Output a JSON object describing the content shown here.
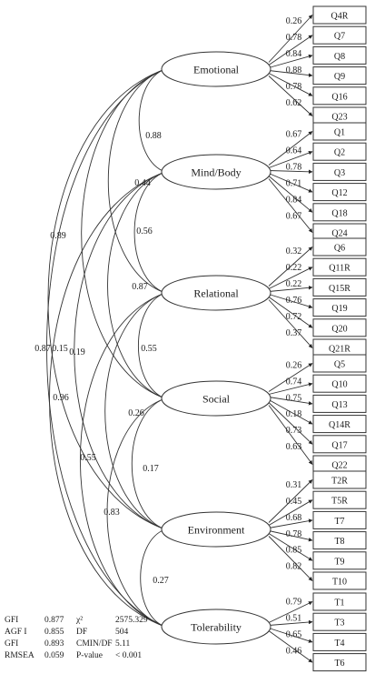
{
  "factors": [
    {
      "name": "Emotional",
      "items": [
        {
          "label": "Q4R",
          "loading": "0.26"
        },
        {
          "label": "Q7",
          "loading": "0.78"
        },
        {
          "label": "Q8",
          "loading": "0.84"
        },
        {
          "label": "Q9",
          "loading": "0.88"
        },
        {
          "label": "Q16",
          "loading": "0.78"
        },
        {
          "label": "Q23",
          "loading": "0.62"
        }
      ]
    },
    {
      "name": "Mind/Body",
      "items": [
        {
          "label": "Q1",
          "loading": "0.67"
        },
        {
          "label": "Q2",
          "loading": "0.64"
        },
        {
          "label": "Q3",
          "loading": "0.78"
        },
        {
          "label": "Q12",
          "loading": "0.71"
        },
        {
          "label": "Q18",
          "loading": "0.84"
        },
        {
          "label": "Q24",
          "loading": "0.67"
        }
      ]
    },
    {
      "name": "Relational",
      "items": [
        {
          "label": "Q6",
          "loading": "0.32"
        },
        {
          "label": "Q11R",
          "loading": "0.22"
        },
        {
          "label": "Q15R",
          "loading": "0.22"
        },
        {
          "label": "Q19",
          "loading": "0.76"
        },
        {
          "label": "Q20",
          "loading": "0.72"
        },
        {
          "label": "Q21R",
          "loading": "0.37"
        }
      ]
    },
    {
      "name": "Social",
      "items": [
        {
          "label": "Q5",
          "loading": "0.26"
        },
        {
          "label": "Q10",
          "loading": "0.74"
        },
        {
          "label": "Q13",
          "loading": "0.75"
        },
        {
          "label": "Q14R",
          "loading": "0.18"
        },
        {
          "label": "Q17",
          "loading": "0.73"
        },
        {
          "label": "Q22",
          "loading": "0.63"
        }
      ]
    },
    {
      "name": "Environment",
      "items": [
        {
          "label": "T2R",
          "loading": "0.31"
        },
        {
          "label": "T5R",
          "loading": "0.45"
        },
        {
          "label": "T7",
          "loading": "0.68"
        },
        {
          "label": "T8",
          "loading": "0.78"
        },
        {
          "label": "T9",
          "loading": "0.85"
        },
        {
          "label": "T10",
          "loading": "0.82"
        }
      ]
    },
    {
      "name": "Tolerability",
      "items": [
        {
          "label": "T1",
          "loading": "0.79"
        },
        {
          "label": "T3",
          "loading": "0.51"
        },
        {
          "label": "T4",
          "loading": "0.65"
        },
        {
          "label": "T6",
          "loading": "0.46"
        }
      ]
    }
  ],
  "correlations": [
    {
      "from": 0,
      "to": 1,
      "value": "0.88"
    },
    {
      "from": 0,
      "to": 2,
      "value": "0.44"
    },
    {
      "from": 0,
      "to": 3,
      "value": "0.89"
    },
    {
      "from": 0,
      "to": 4,
      "value": "0.15"
    },
    {
      "from": 0,
      "to": 5,
      "value": "0.87"
    },
    {
      "from": 1,
      "to": 2,
      "value": "0.56"
    },
    {
      "from": 1,
      "to": 3,
      "value": "0.87"
    },
    {
      "from": 1,
      "to": 4,
      "value": "0.19"
    },
    {
      "from": 1,
      "to": 5,
      "value": "0.96"
    },
    {
      "from": 2,
      "to": 3,
      "value": "0.55"
    },
    {
      "from": 2,
      "to": 4,
      "value": "0.26"
    },
    {
      "from": 2,
      "to": 5,
      "value": "0.55"
    },
    {
      "from": 3,
      "to": 4,
      "value": "0.17"
    },
    {
      "from": 3,
      "to": 5,
      "value": "0.83"
    },
    {
      "from": 4,
      "to": 5,
      "value": "0.27"
    }
  ],
  "fit_indices": [
    {
      "label": "GFI",
      "value": "0.877",
      "label2": "χ²",
      "value2": "2575.329"
    },
    {
      "label": "AGF I",
      "value": "0.855",
      "label2": "DF",
      "value2": "504"
    },
    {
      "label": "GFI",
      "value": "0.893",
      "label2": "CMIN/DF",
      "value2": "5.11"
    },
    {
      "label": "RMSEA",
      "value": "0.059",
      "label2": "P-value",
      "value2": "< 0.001"
    }
  ]
}
